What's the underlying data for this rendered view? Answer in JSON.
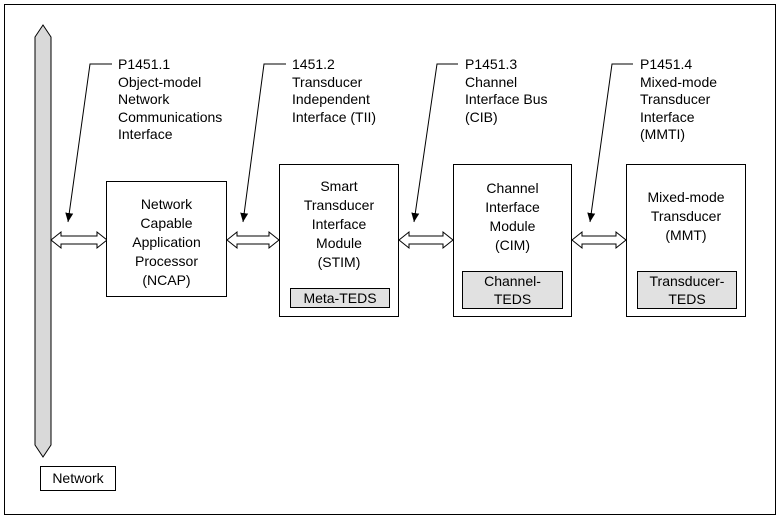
{
  "network_label": "Network",
  "interfaces": [
    {
      "id": "p1451_1",
      "text": "P1451.1\nObject-model\nNetwork\nCommunications\nInterface"
    },
    {
      "id": "p1451_2",
      "text": "1451.2\nTransducer\nIndependent\nInterface (TII)"
    },
    {
      "id": "p1451_3",
      "text": "P1451.3\nChannel\nInterface Bus\n(CIB)"
    },
    {
      "id": "p1451_4",
      "text": "P1451.4\nMixed-mode\nTransducer\nInterface\n(MMTI)"
    }
  ],
  "modules": [
    {
      "id": "ncap",
      "text": "Network\nCapable\nApplication\nProcessor\n(NCAP)",
      "teds": ""
    },
    {
      "id": "stim",
      "text": "Smart\nTransducer\nInterface\nModule\n(STIM)",
      "teds": "Meta-TEDS"
    },
    {
      "id": "cim",
      "text": "Channel\nInterface\nModule\n(CIM)",
      "teds": "Channel-\nTEDS"
    },
    {
      "id": "mmt",
      "text": "Mixed-mode\nTransducer\n(MMT)",
      "teds": "Transducer-\nTEDS"
    }
  ],
  "colors": {
    "bus_fill": "#d9d9d9",
    "teds_fill": "#e1e1e1"
  }
}
